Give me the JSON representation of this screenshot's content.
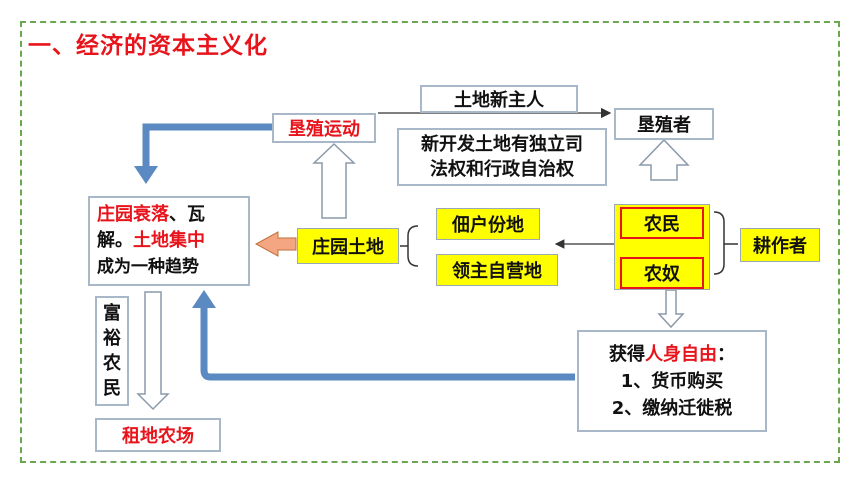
{
  "title": "一、经济的资本主义化",
  "nodes": {
    "reclamation_movement": "垦殖运动",
    "new_land_owner": "土地新主人",
    "settlers": "垦殖者",
    "new_land_rights": [
      "新开发土地有独立司",
      "法权和行政自治权"
    ],
    "manor_decline": {
      "part1_red": "庄园衰落",
      "part1_black": "、瓦",
      "part2_black": "解。",
      "part2_red": "土地集中",
      "part3": "成为一种趋势"
    },
    "manor_land": "庄园土地",
    "tenant_land": "佃户份地",
    "lord_land": "领主自营地",
    "peasants": "农民",
    "serfs": "农奴",
    "cultivators": "耕作者",
    "rich_farmers": [
      "富",
      "裕",
      "农",
      "民"
    ],
    "leased_farm": "租地农场",
    "personal_freedom": {
      "prefix": "获得",
      "red": "人身自由",
      "suffix": "：",
      "item1": "1、货币购买",
      "item2": "2、缴纳迁徙税"
    }
  },
  "colors": {
    "accent_red": "#e8141c",
    "highlight_yellow": "#ffff00",
    "arrow_blue": "#5b8ac2",
    "frame_green": "#6aa84f",
    "arrow_orange": "#f4a582"
  }
}
